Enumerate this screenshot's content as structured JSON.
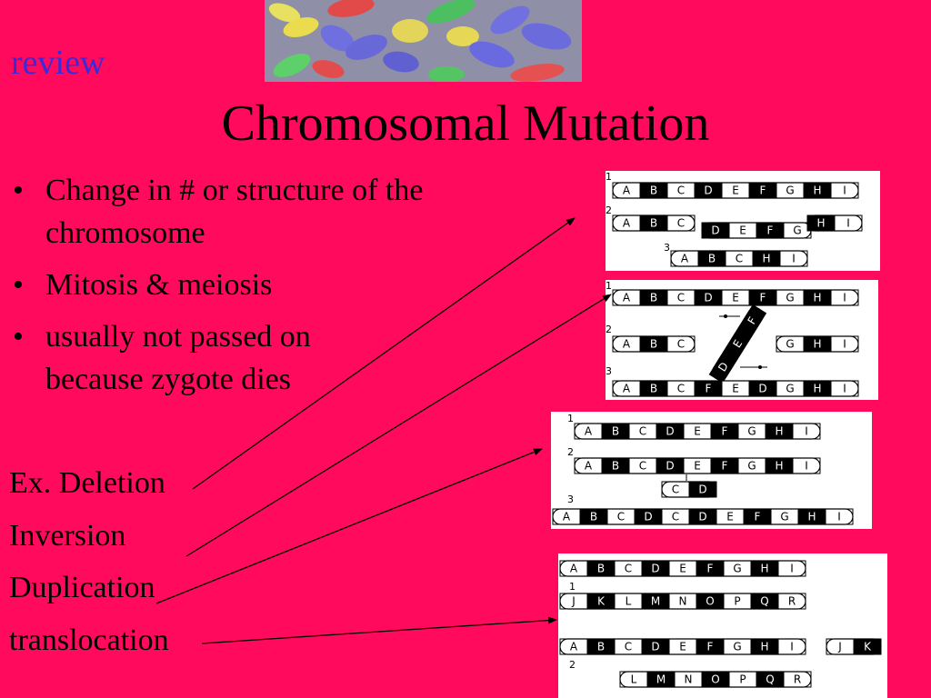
{
  "slide": {
    "review_link": "review",
    "title": "Chromosomal Mutation",
    "bullets": [
      {
        "bullet": "•",
        "text": "Change in # or structure of the chromosome"
      },
      {
        "bullet": "•",
        "text": "Mitosis & meiosis"
      },
      {
        "bullet": "•",
        "text": "usually not passed on because zygote dies"
      }
    ],
    "examples": [
      {
        "text": "Ex. Deletion"
      },
      {
        "text": "Inversion"
      },
      {
        "text": "Duplication"
      },
      {
        "text": "translocation"
      }
    ]
  },
  "colors": {
    "background": "#ff0a5c",
    "review_link": "#3a2bd8",
    "gene_dark": "#000000",
    "gene_light": "#ffffff"
  },
  "diagrams": {
    "deletion": {
      "rows": [
        {
          "label": "1",
          "genes": [
            "A",
            "B",
            "C",
            "D",
            "E",
            "F",
            "G",
            "H",
            "I"
          ]
        },
        {
          "label": "2",
          "genes": [
            "A",
            "B",
            "C",
            "D",
            "E",
            "F",
            "G",
            "H",
            "I"
          ]
        },
        {
          "label": "3",
          "genes": [
            "A",
            "B",
            "C",
            "H",
            "I"
          ]
        }
      ]
    },
    "inversion": {
      "rows": [
        {
          "label": "1",
          "genes": [
            "A",
            "B",
            "C",
            "D",
            "E",
            "F",
            "G",
            "H",
            "I"
          ]
        },
        {
          "label": "2",
          "genes": [
            "A",
            "B",
            "C",
            "G",
            "H",
            "I"
          ]
        },
        {
          "label": "3",
          "genes": [
            "A",
            "B",
            "C",
            "F",
            "E",
            "D",
            "G",
            "H",
            "I"
          ]
        }
      ],
      "rotated_segment": [
        "D",
        "E",
        "F"
      ]
    },
    "duplication": {
      "rows": [
        {
          "label": "1",
          "genes": [
            "A",
            "B",
            "C",
            "D",
            "E",
            "F",
            "G",
            "H",
            "I"
          ]
        },
        {
          "label": "2",
          "genes": [
            "A",
            "B",
            "C",
            "D",
            "E",
            "F",
            "G",
            "H",
            "I"
          ]
        },
        {
          "label": "3",
          "genes": [
            "A",
            "B",
            "C",
            "D",
            "C",
            "D",
            "E",
            "F",
            "G",
            "H",
            "I"
          ]
        }
      ],
      "copied_segment": [
        "C",
        "D"
      ]
    },
    "translocation": {
      "labels": [
        "1",
        "2"
      ],
      "rows": [
        {
          "genes": [
            "A",
            "B",
            "C",
            "D",
            "E",
            "F",
            "G",
            "H",
            "I"
          ]
        },
        {
          "genes": [
            "J",
            "K",
            "L",
            "M",
            "N",
            "O",
            "P",
            "Q",
            "R"
          ]
        },
        {
          "genes": [
            "A",
            "B",
            "C",
            "D",
            "E",
            "F",
            "G",
            "H",
            "I",
            "J",
            "K"
          ]
        },
        {
          "genes": [
            "L",
            "M",
            "N",
            "O",
            "P",
            "Q",
            "R"
          ]
        }
      ]
    }
  }
}
